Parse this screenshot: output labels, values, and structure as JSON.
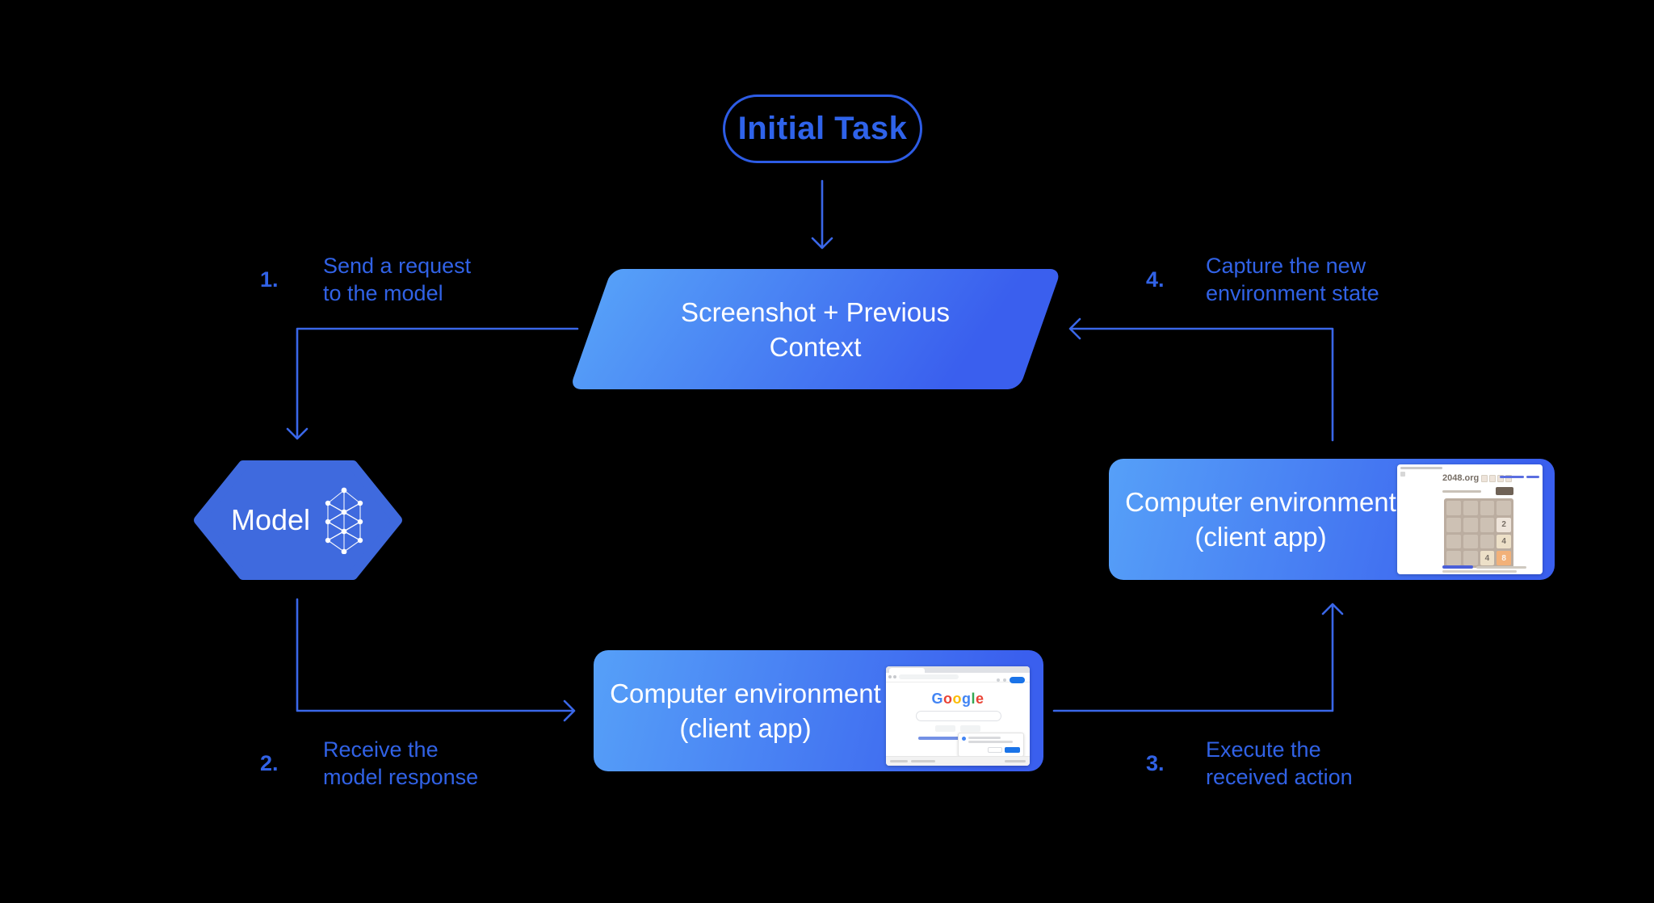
{
  "colors": {
    "background": "#000000",
    "accent_line": "#3a67e8",
    "label_text": "#3162e6",
    "pill_border": "#2d5ce5",
    "pill_text": "#2f63ea",
    "shape_gradient_from": "#56a0f8",
    "shape_gradient_to": "#3a5fee",
    "hexagon_fill": "#3f6ade",
    "google_blue": "#4285F4",
    "google_red": "#EA4335",
    "google_yellow": "#FBBC05",
    "google_green": "#34A853",
    "signin_blue": "#1a73e8",
    "board": "#bbada0",
    "board_cell": "#cdc1b4"
  },
  "initial_task": {
    "label": "Initial Task"
  },
  "screenshot_context": {
    "line1": "Screenshot + Previous",
    "line2": "Context"
  },
  "model": {
    "label": "Model",
    "icon": "neural-network-icon"
  },
  "steps": [
    {
      "number": "1.",
      "line1": "Send a request",
      "line2": "to the model"
    },
    {
      "number": "2.",
      "line1": "Receive the",
      "line2": "model response"
    },
    {
      "number": "3.",
      "line1": "Execute the",
      "line2": "received action"
    },
    {
      "number": "4.",
      "line1": "Capture the new",
      "line2": "environment state"
    }
  ],
  "env_bottom": {
    "line1": "Computer environment",
    "line2": "(client app)",
    "google": {
      "logo_letters": [
        {
          "ch": "G",
          "color": "#4285F4"
        },
        {
          "ch": "o",
          "color": "#EA4335"
        },
        {
          "ch": "o",
          "color": "#FBBC05"
        },
        {
          "ch": "g",
          "color": "#4285F4"
        },
        {
          "ch": "l",
          "color": "#34A853"
        },
        {
          "ch": "e",
          "color": "#EA4335"
        }
      ]
    }
  },
  "env_right": {
    "line1": "Computer environment",
    "line2": "(client app)",
    "game": {
      "site": "2048.org",
      "tiles": [
        {
          "r": 2,
          "c": 4,
          "v": "2",
          "bg": "#eee4da",
          "fg": "#776e65"
        },
        {
          "r": 3,
          "c": 4,
          "v": "4",
          "bg": "#ede0c8",
          "fg": "#776e65"
        },
        {
          "r": 4,
          "c": 3,
          "v": "4",
          "bg": "#ede0c8",
          "fg": "#776e65"
        },
        {
          "r": 4,
          "c": 4,
          "v": "8",
          "bg": "#f2b179",
          "fg": "#f9f6f2"
        }
      ]
    }
  }
}
